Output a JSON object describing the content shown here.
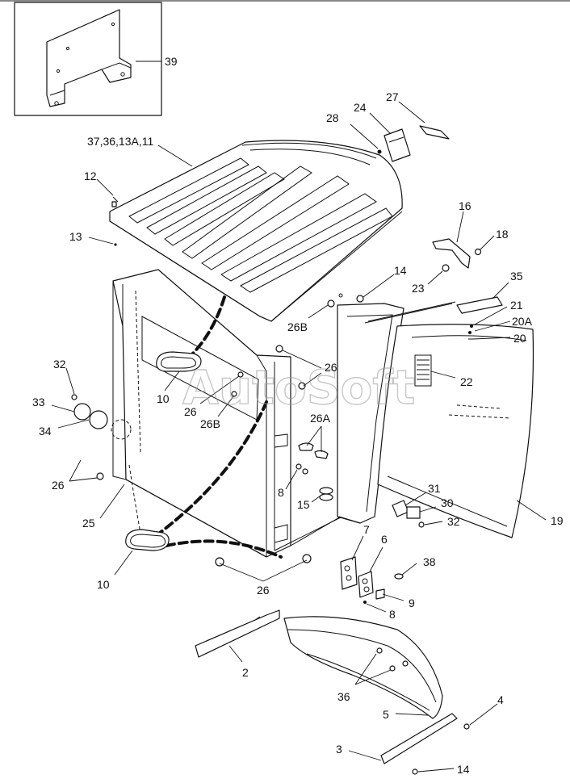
{
  "watermark": "AutoSoft",
  "labels": {
    "l39": "39",
    "l37": "37,36,13A,11",
    "l12": "12",
    "l13": "13",
    "l28": "28",
    "l24": "24",
    "l27": "27",
    "l16": "16",
    "l18": "18",
    "l14a": "14",
    "l23": "23",
    "l35": "35",
    "l21": "21",
    "l20A": "20A",
    "l20": "20",
    "l26Bt": "26B",
    "l26t": "26",
    "l22": "22",
    "l32a": "32",
    "l33": "33",
    "l34": "34",
    "l10a": "10",
    "l26m": "26",
    "l26Bm": "26B",
    "l26A": "26A",
    "l26l": "26",
    "l8a": "8",
    "l15": "15",
    "l31": "31",
    "l30": "30",
    "l32b": "32",
    "l19": "19",
    "l25": "25",
    "l7": "7",
    "l6": "6",
    "l38": "38",
    "l9": "9",
    "l8b": "8",
    "l10b": "10",
    "l26b": "26",
    "l2": "2",
    "l36": "36",
    "l4": "4",
    "l5": "5",
    "l3": "3",
    "l14b": "14"
  }
}
